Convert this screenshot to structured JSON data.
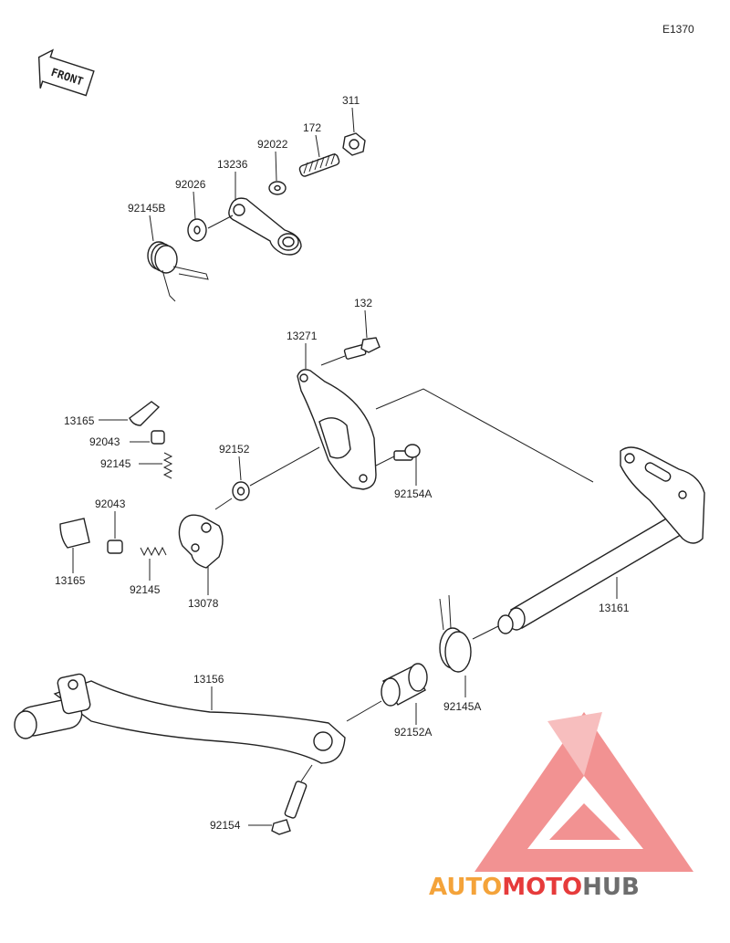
{
  "figure_code": "E1370",
  "front_label": "FRONT",
  "parts": {
    "p311": "311",
    "p172": "172",
    "p92022": "92022",
    "p13236": "13236",
    "p92026": "92026",
    "p92145B": "92145B",
    "p132": "132",
    "p13271": "13271",
    "p13165_top": "13165",
    "p92043_top": "92043",
    "p92145_top": "92145",
    "p92152": "92152",
    "p92154A": "92154A",
    "p92043_left": "92043",
    "p13165_left": "13165",
    "p92145_left": "92145",
    "p13078": "13078",
    "p13161": "13161",
    "p13156": "13156",
    "p92152A": "92152A",
    "p92145A": "92145A",
    "p92154": "92154"
  },
  "watermark": {
    "part1": "AUTO",
    "part2": "MOTO",
    "part3": "HUB",
    "color_primary": "#f4a33a",
    "color_secondary": "#e63b3b",
    "color_tertiary": "#6d6d6d"
  }
}
